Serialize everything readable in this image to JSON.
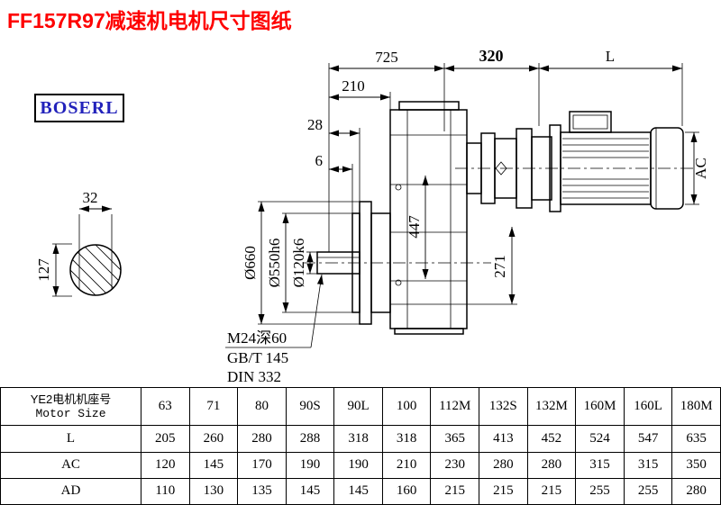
{
  "page": {
    "title": "FF157R97减速机电机尺寸图纸",
    "brand": "BOSERL"
  },
  "drawing": {
    "dims": {
      "top_725": "725",
      "top_320": "320",
      "top_L": "L",
      "d210": "210",
      "d28": "28",
      "d6": "6",
      "d32": "32",
      "d127": "127",
      "d447": "447",
      "d271": "271",
      "ac": "AC",
      "dia660": "Ø660",
      "dia550": "Ø550h6",
      "dia120": "Ø120k6",
      "thread_spec": "M24深60",
      "thread_std1": "GB/T 145",
      "thread_std2": "DIN 332"
    }
  },
  "table": {
    "header": {
      "cn": "YE2电机机座号",
      "en": "Motor Size"
    },
    "sizes": [
      "63",
      "71",
      "80",
      "90S",
      "90L",
      "100",
      "112M",
      "132S",
      "132M",
      "160M",
      "160L",
      "180M"
    ],
    "rows": [
      {
        "label": "L",
        "values": [
          "205",
          "260",
          "280",
          "288",
          "318",
          "318",
          "365",
          "413",
          "452",
          "524",
          "547",
          "635"
        ]
      },
      {
        "label": "AC",
        "values": [
          "120",
          "145",
          "170",
          "190",
          "190",
          "210",
          "230",
          "280",
          "280",
          "315",
          "315",
          "350"
        ]
      },
      {
        "label": "AD",
        "values": [
          "110",
          "130",
          "135",
          "145",
          "145",
          "160",
          "215",
          "215",
          "215",
          "255",
          "255",
          "280"
        ]
      }
    ]
  }
}
